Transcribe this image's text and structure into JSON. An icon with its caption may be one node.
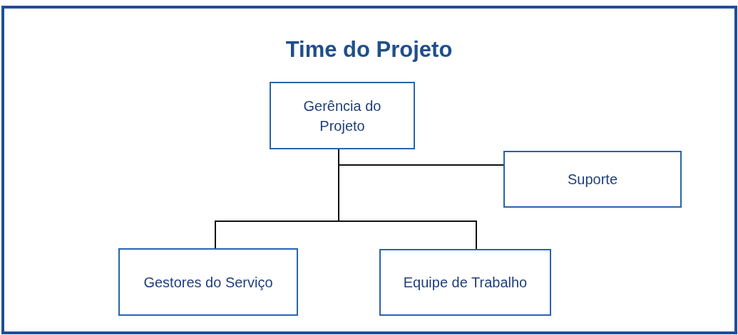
{
  "diagram": {
    "title": "Time do Projeto",
    "nodes": [
      {
        "text": [
          "Gerência do Projeto"
        ]
      },
      {
        "text": [
          "Suporte"
        ]
      },
      {
        "text": [
          "Gestores do Serviço"
        ]
      },
      {
        "text": [
          "Equipe de Trabalho"
        ]
      }
    ],
    "edges": [
      {
        "from": 0,
        "to": 1,
        "arrow": "none"
      },
      {
        "from": 0,
        "to": 2,
        "arrow": "none"
      },
      {
        "from": 0,
        "to": 3,
        "arrow": "none"
      }
    ]
  }
}
